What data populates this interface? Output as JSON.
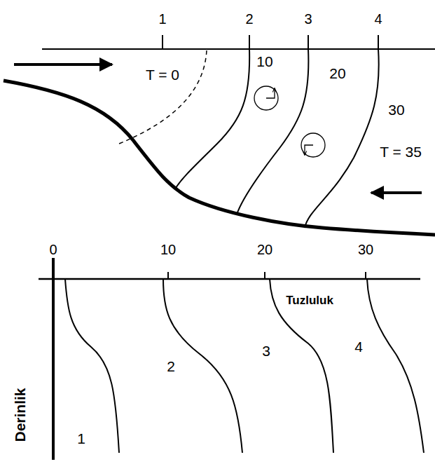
{
  "diagram": {
    "labels": [
      "1",
      "2",
      "3",
      "4",
      "T = 0",
      "10",
      "20",
      "30",
      "T = 35",
      "0",
      "10",
      "20",
      "30",
      "Tuzluluk",
      "Derinlik",
      "1",
      "2",
      "3",
      "4"
    ]
  }
}
